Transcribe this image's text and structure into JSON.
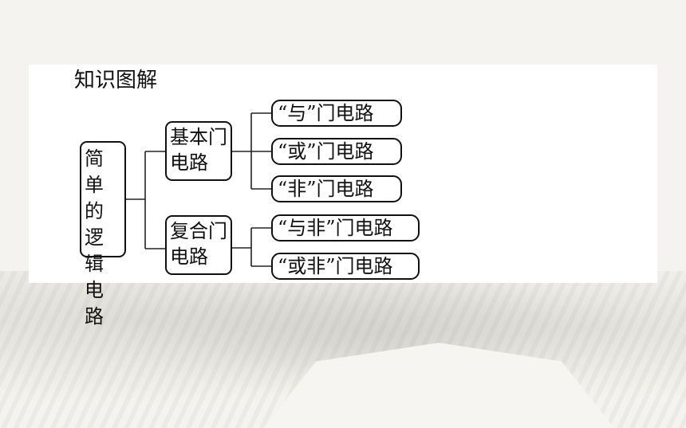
{
  "heading": "知识图解",
  "diagram": {
    "root": {
      "label_lines": [
        "简单",
        "的逻",
        "辑电",
        "路"
      ]
    },
    "branches": [
      {
        "label_lines": [
          "基本门",
          "电路"
        ],
        "children": [
          "“与”门电路",
          "“或”门电路",
          "“非”门电路"
        ]
      },
      {
        "label_lines": [
          "复合门",
          "电路"
        ],
        "children": [
          "“与非”门电路",
          "“或非”门电路"
        ]
      }
    ]
  }
}
